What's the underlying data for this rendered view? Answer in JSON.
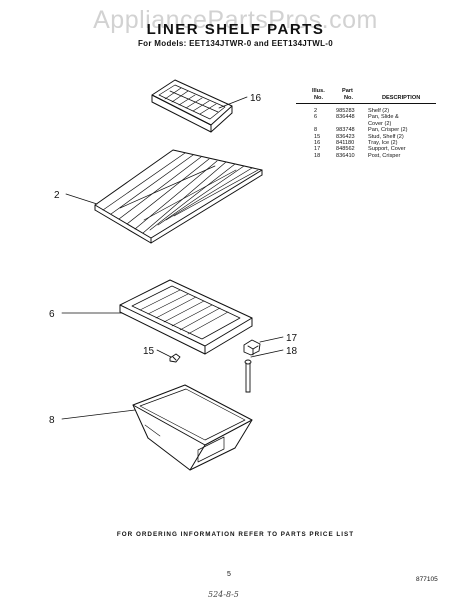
{
  "watermark": "AppliancePartsPros.com",
  "title": "LINER SHELF PARTS",
  "models_line": "For Models: EET134JTWR-0 and EET134JTWL-0",
  "table": {
    "headers": {
      "illus_1": "Illus.",
      "illus_2": "No.",
      "part_1": "Part",
      "part_2": "No.",
      "description": "DESCRIPTION"
    },
    "rows": [
      {
        "illus": "2",
        "part": "985283",
        "desc": "Shelf (2)",
        "desc2": ""
      },
      {
        "illus": "6",
        "part": "836448",
        "desc": "Pan, Slide &",
        "desc2": "Cover (2)"
      },
      {
        "illus": "8",
        "part": "983748",
        "desc": "Pan, Crisper (2)",
        "desc2": ""
      },
      {
        "illus": "15",
        "part": "836423",
        "desc": "Stud, Shelf (2)",
        "desc2": ""
      },
      {
        "illus": "16",
        "part": "841180",
        "desc": "Tray, Ice (2)",
        "desc2": ""
      },
      {
        "illus": "17",
        "part": "848562",
        "desc": "Support, Cover",
        "desc2": ""
      },
      {
        "illus": "18",
        "part": "836410",
        "desc": "Post, Crisper",
        "desc2": ""
      }
    ]
  },
  "callouts": {
    "c16": "16",
    "c2": "2",
    "c6": "6",
    "c17": "17",
    "c15": "15",
    "c18": "18",
    "c8": "8"
  },
  "footer": "FOR ORDERING INFORMATION REFER TO PARTS PRICE LIST",
  "page_number": "5",
  "doc_number": "877105",
  "stamp": "524-8-5"
}
